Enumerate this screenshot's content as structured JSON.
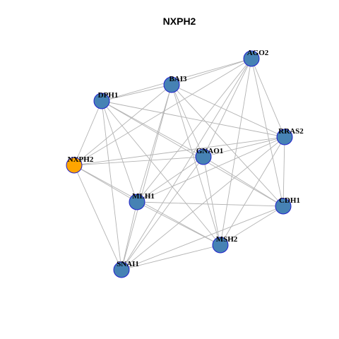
{
  "title": "NXPH2",
  "colors": {
    "focus_node": "#FFA500",
    "other_node": "#4682B4",
    "node_border": "#2020CC",
    "edge": "#B3B3B3"
  },
  "nodes": [
    {
      "id": "AGO2",
      "label": "AGO2",
      "focus": false
    },
    {
      "id": "BAI3",
      "label": "BAI3",
      "focus": false
    },
    {
      "id": "DPH1",
      "label": "DPH1",
      "focus": false
    },
    {
      "id": "RRAS2",
      "label": "RRAS2",
      "focus": false
    },
    {
      "id": "GNAO1",
      "label": "GNAO1",
      "focus": false
    },
    {
      "id": "NXPH2",
      "label": "NXPH2",
      "focus": true
    },
    {
      "id": "MLH1",
      "label": "MLH1",
      "focus": false
    },
    {
      "id": "CDH1",
      "label": "CDH1",
      "focus": false
    },
    {
      "id": "MSH2",
      "label": "MSH2",
      "focus": false
    },
    {
      "id": "SNAI1",
      "label": "SNAI1",
      "focus": false
    }
  ],
  "edges": [
    [
      "AGO2",
      "BAI3"
    ],
    [
      "AGO2",
      "DPH1"
    ],
    [
      "AGO2",
      "RRAS2"
    ],
    [
      "AGO2",
      "GNAO1"
    ],
    [
      "AGO2",
      "CDH1"
    ],
    [
      "AGO2",
      "MSH2"
    ],
    [
      "AGO2",
      "MLH1"
    ],
    [
      "AGO2",
      "NXPH2"
    ],
    [
      "AGO2",
      "SNAI1"
    ],
    [
      "BAI3",
      "DPH1"
    ],
    [
      "BAI3",
      "RRAS2"
    ],
    [
      "BAI3",
      "GNAO1"
    ],
    [
      "BAI3",
      "CDH1"
    ],
    [
      "BAI3",
      "MSH2"
    ],
    [
      "BAI3",
      "MLH1"
    ],
    [
      "BAI3",
      "SNAI1"
    ],
    [
      "BAI3",
      "NXPH2"
    ],
    [
      "DPH1",
      "RRAS2"
    ],
    [
      "DPH1",
      "GNAO1"
    ],
    [
      "DPH1",
      "CDH1"
    ],
    [
      "DPH1",
      "MSH2"
    ],
    [
      "DPH1",
      "MLH1"
    ],
    [
      "DPH1",
      "SNAI1"
    ],
    [
      "DPH1",
      "NXPH2"
    ],
    [
      "RRAS2",
      "GNAO1"
    ],
    [
      "RRAS2",
      "CDH1"
    ],
    [
      "RRAS2",
      "MSH2"
    ],
    [
      "RRAS2",
      "MLH1"
    ],
    [
      "RRAS2",
      "NXPH2"
    ],
    [
      "RRAS2",
      "SNAI1"
    ],
    [
      "GNAO1",
      "CDH1"
    ],
    [
      "GNAO1",
      "MSH2"
    ],
    [
      "GNAO1",
      "MLH1"
    ],
    [
      "GNAO1",
      "NXPH2"
    ],
    [
      "GNAO1",
      "SNAI1"
    ],
    [
      "NXPH2",
      "MLH1"
    ],
    [
      "NXPH2",
      "SNAI1"
    ],
    [
      "NXPH2",
      "MSH2"
    ],
    [
      "MLH1",
      "CDH1"
    ],
    [
      "MLH1",
      "MSH2"
    ],
    [
      "MLH1",
      "SNAI1"
    ],
    [
      "CDH1",
      "MSH2"
    ],
    [
      "CDH1",
      "SNAI1"
    ],
    [
      "MSH2",
      "SNAI1"
    ]
  ]
}
